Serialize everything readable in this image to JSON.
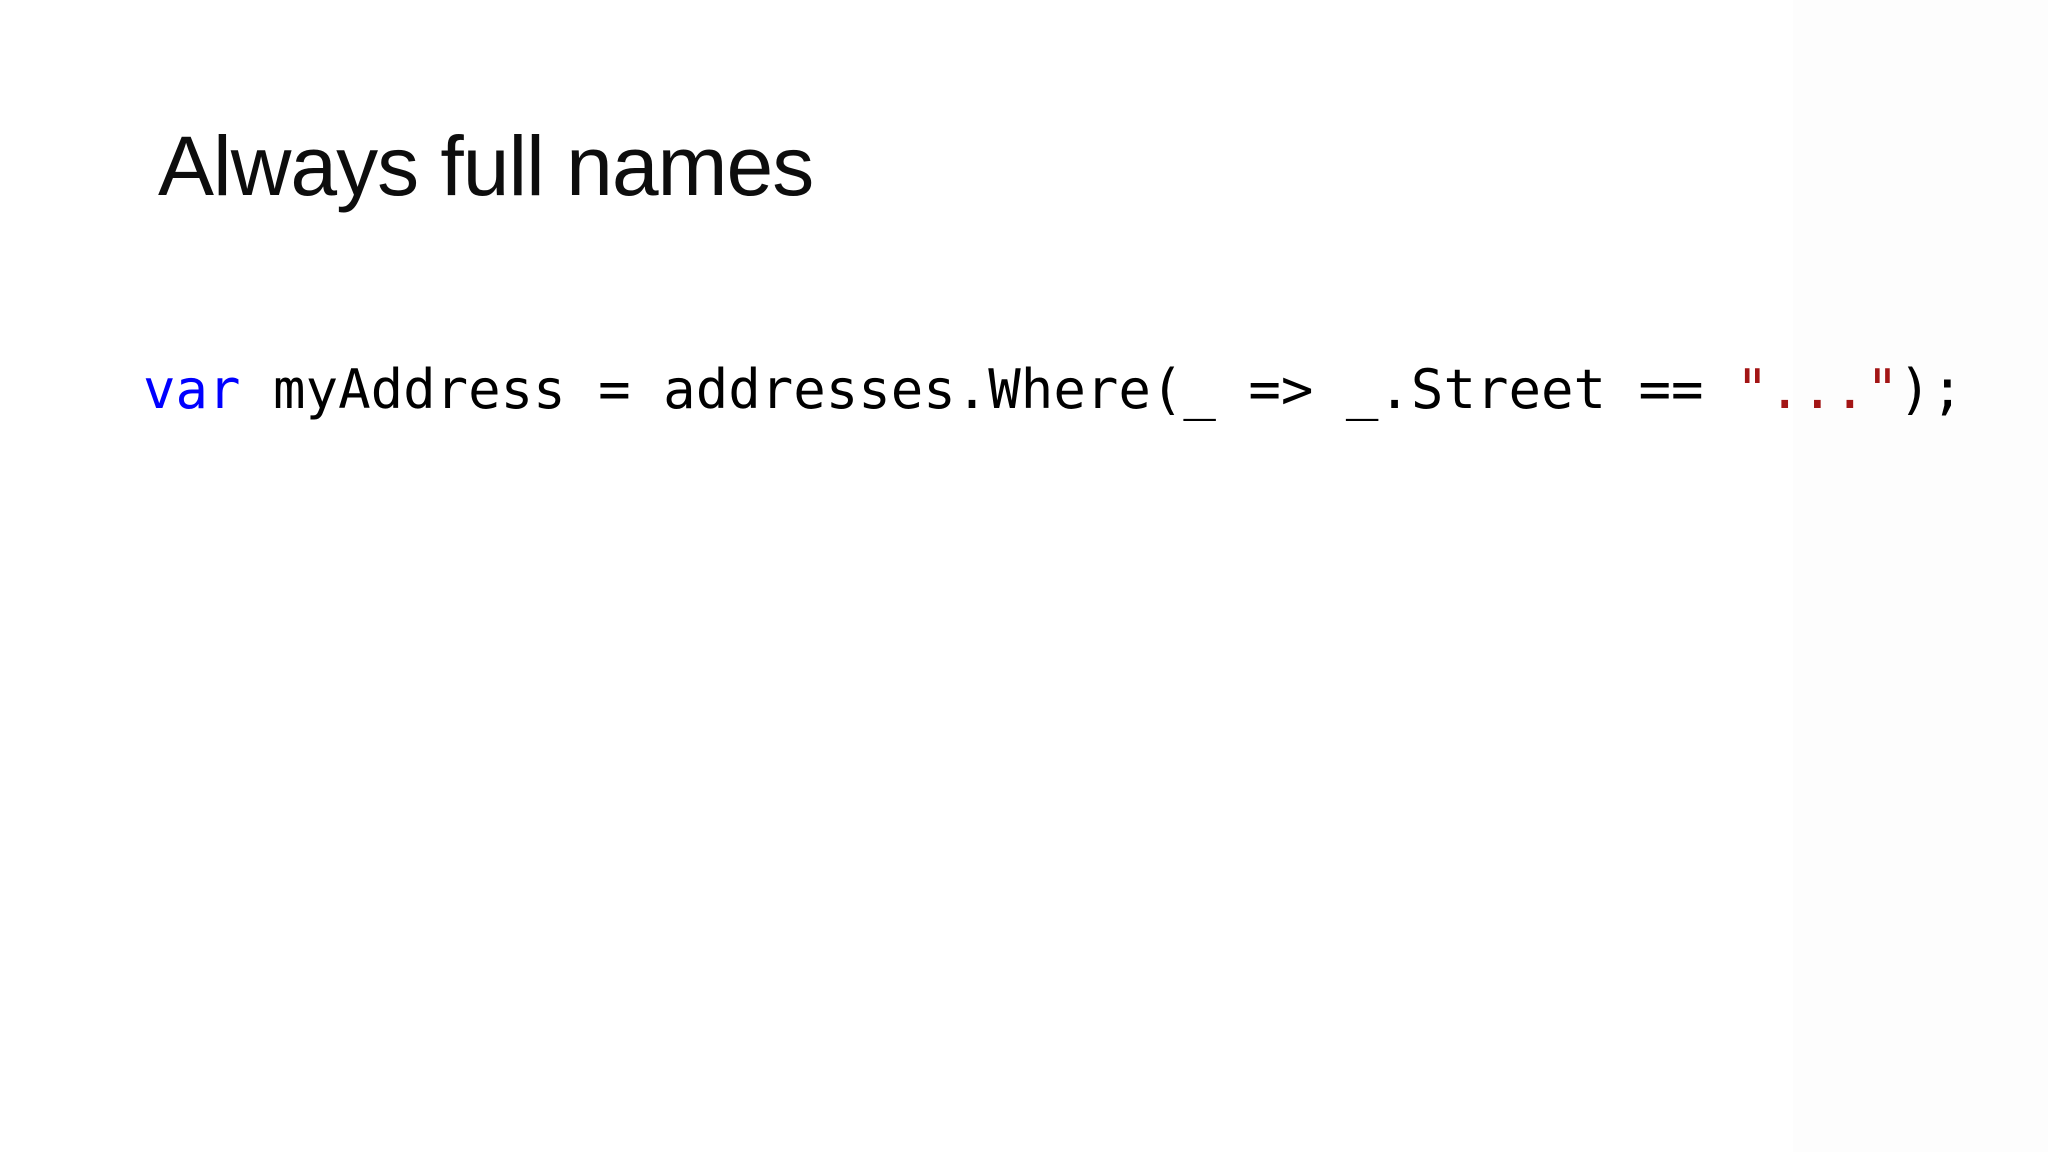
{
  "slide": {
    "title": "Always full names",
    "code": {
      "language": "csharp",
      "full_text": "var myAddress = addresses.Where(_ => _.Street == \"...\");",
      "tokens": [
        {
          "type": "keyword",
          "text": "var"
        },
        {
          "type": "plain",
          "text": " myAddress = addresses.Where(_ => _.Street == "
        },
        {
          "type": "string",
          "text": "\"...\""
        },
        {
          "type": "plain",
          "text": ");"
        }
      ]
    },
    "colors": {
      "background": "#ffffff",
      "right_band": "#fdfdfd",
      "title_text": "#0d0d0d",
      "code_text": "#000000",
      "keyword": "#0000ff",
      "string": "#a31515"
    }
  }
}
